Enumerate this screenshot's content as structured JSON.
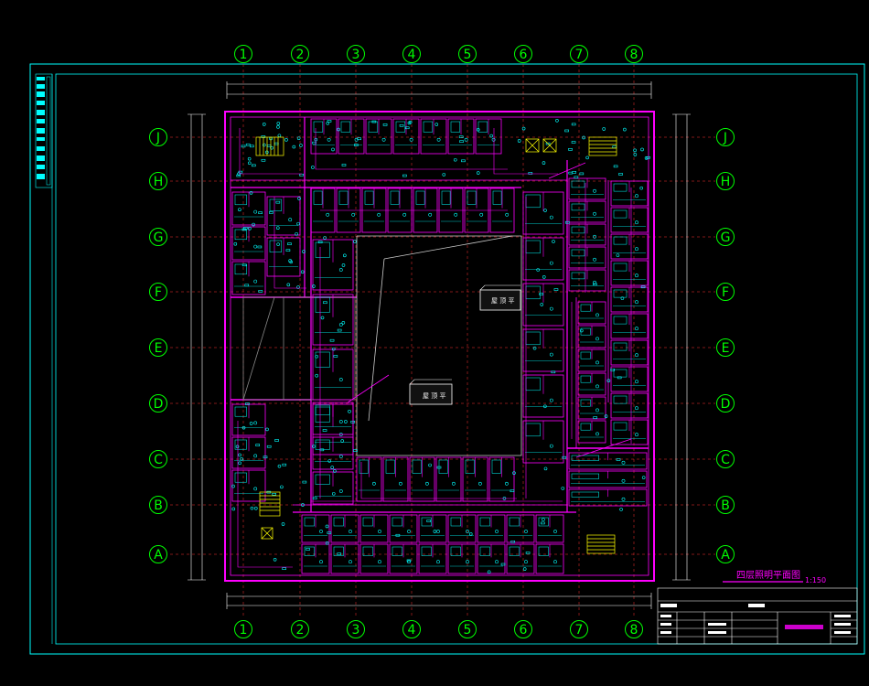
{
  "colors": {
    "background": "#000000",
    "frame": "#00ffff",
    "walls": "#ff00ff",
    "grid_axis": "#00ff00",
    "grid_line": "#ff3333",
    "fixtures": "#00ffff",
    "stairs": "#ffff00",
    "text": "#ffffff"
  },
  "grid": {
    "columns": [
      "1",
      "2",
      "3",
      "4",
      "5",
      "6",
      "7",
      "8"
    ],
    "rows": [
      "J",
      "H",
      "G",
      "F",
      "E",
      "D",
      "C",
      "B",
      "A"
    ]
  },
  "drawing": {
    "title": "四层照明平面图",
    "scale": "1:150",
    "room_labels": [
      "屋 顶 平",
      "屋 顶 平"
    ]
  }
}
